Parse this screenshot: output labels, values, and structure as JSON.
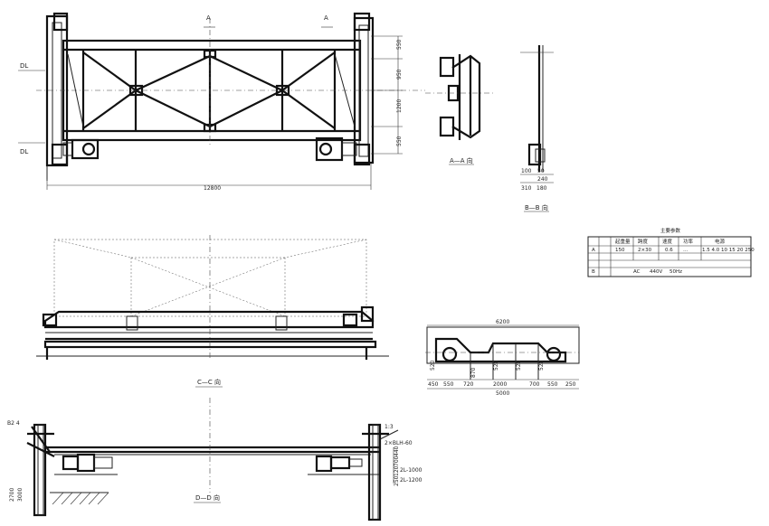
{
  "top_view": {
    "section_marks": [
      "A",
      "A"
    ],
    "side_marks": [
      "DL",
      "DL"
    ],
    "overall_dim": "12800",
    "right_dims": [
      "550",
      "950",
      "1200",
      "550"
    ]
  },
  "views": {
    "aa": "A—A 向",
    "bb": "B—B 向",
    "cc": "C—C 向",
    "dd": "D—D 向"
  },
  "bb_dims": [
    "100",
    "50",
    "240",
    "310",
    "180"
  ],
  "end_beam": {
    "top_dim": "6200",
    "bottom_dims": [
      "450",
      "550",
      "720",
      "2000",
      "700",
      "550",
      "250"
    ],
    "total_dim": "5000",
    "mid_dims": [
      "870",
      "520",
      "520",
      "520",
      "520"
    ]
  },
  "table": {
    "title": "主要参数",
    "headers": [
      "起重量",
      "跨度",
      "速度",
      "功率",
      "电源"
    ],
    "row1": [
      "A",
      "150",
      "2×30",
      "0.6",
      "…",
      "1.5 4.0 10 15 20 250"
    ],
    "row2": [
      "B",
      "AC",
      "440V",
      "50Hz"
    ]
  },
  "dd_labels": {
    "left_top": "B2 4",
    "right_top": "1:3",
    "right_mid": "2×BLH-60",
    "right_low1": "2L-1000",
    "right_low2": "2L-1200",
    "left_dim1": "2700",
    "left_dim2": "3000",
    "right_dims": [
      "440",
      "700",
      "120",
      "250"
    ]
  }
}
